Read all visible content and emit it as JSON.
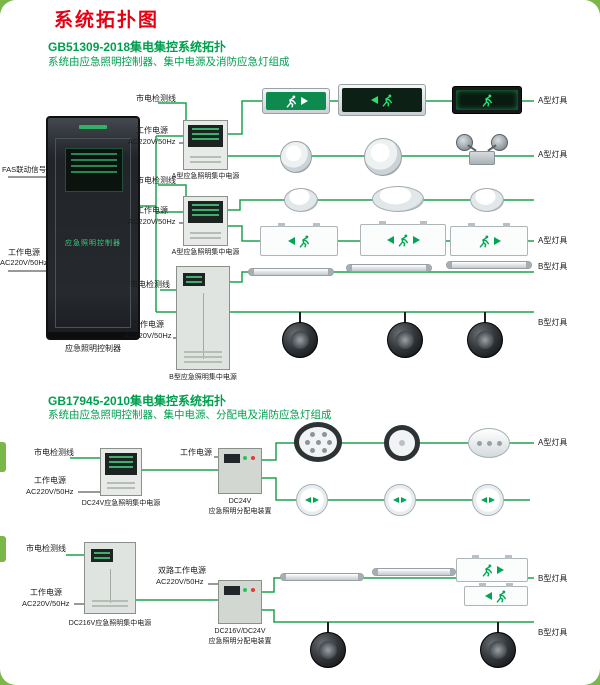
{
  "page": {
    "title": "系统拓扑图"
  },
  "labels": {
    "mains_detect": "市电检测线",
    "work_power": "工作电源",
    "ac220": "AC220V/50Hz",
    "dual_work_power": "双路工作电源",
    "lamp_a": "A型灯具",
    "lamp_b": "B型灯具"
  },
  "section1": {
    "heading": "GB51309-2018集电集控系统拓扑",
    "subheading": "系统由应急照明控制器、集中电源及消防应急灯组成",
    "fas_signal": "FAS联动信号",
    "controller_label": "应急照明控制器",
    "controller_plate": "应急照明控制器",
    "psu_a_label": "A型应急照明集中电源",
    "psu_b_label": "B型应急照明集中电源"
  },
  "section2": {
    "heading": "GB17945-2010集电集控系统拓扑",
    "subheading": "系统由应急照明控制器、集中电源、分配电及消防应急灯组成",
    "psu_dc24_label": "DC24V应急照明集中电源",
    "psu_dc216_label": "DC216V应急照明集中电源",
    "dist_dc24_line1": "DC24V",
    "dist_dc24_line2": "应急照明分配电装置",
    "dist_dc216_line1": "DC216V/DC24V",
    "dist_dc216_line2": "应急照明分配电装置"
  }
}
